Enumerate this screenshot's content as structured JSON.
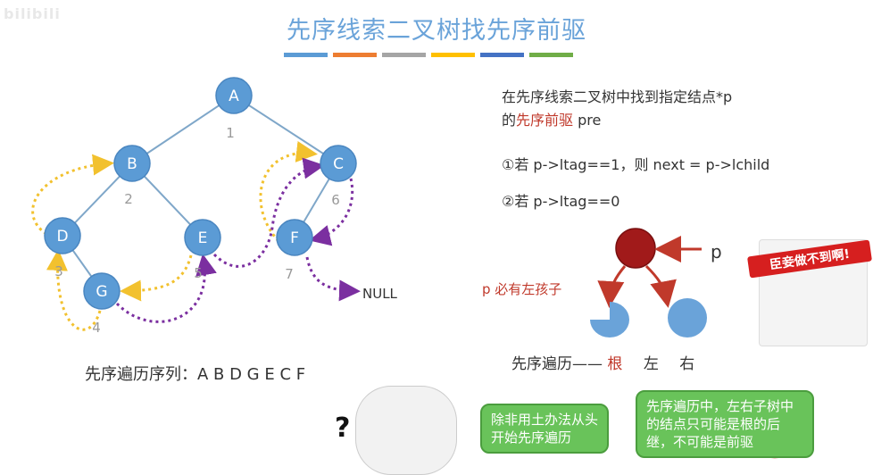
{
  "watermark": "bilibili",
  "title": "先序线索二叉树找先序前驱",
  "color_bars": [
    "#5b9bd5",
    "#ed7d31",
    "#a5a5a5",
    "#ffc000",
    "#4472c4",
    "#70ad47"
  ],
  "tree": {
    "nodes": [
      {
        "id": "A",
        "order": "1"
      },
      {
        "id": "B",
        "order": "2"
      },
      {
        "id": "C",
        "order": "6"
      },
      {
        "id": "D",
        "order": "3"
      },
      {
        "id": "E",
        "order": "5"
      },
      {
        "id": "F",
        "order": "7"
      },
      {
        "id": "G",
        "order": "4"
      }
    ],
    "null_label": "NULL",
    "node_color": "#5b9bd5",
    "edge_color": "#7fa7c9",
    "pred_arrow_color": "#f2c12e",
    "succ_arrow_color": "#7b2fa0"
  },
  "traversal_label": "先序遍历序列：A B D G E C F",
  "description": {
    "line1": "在先序线索二叉树中找到指定结点*p",
    "line2_prefix": "的",
    "line2_accent": "先序前驱",
    "line2_suffix": " pre",
    "rule1": "①若 p->ltag==1，则 next = p->lchild",
    "rule2": "②若 p->ltag==0"
  },
  "diagram2": {
    "p_label": "p",
    "must_have_left": "p 必有左孩子",
    "order_prefix": "先序遍历—— ",
    "root": "根",
    "left": "左",
    "right": "右",
    "root_color": "#a11a1a",
    "child_color": "#6aa3d9",
    "arrow_color": "#c0392b"
  },
  "notes": {
    "meme_note": "除非用土办法从头开始先序遍历",
    "explain_note": "先序遍历中，左右子树中的结点只可能是根的后继，不可能是前驱"
  },
  "sticker_text": "臣妾做不到啊!"
}
